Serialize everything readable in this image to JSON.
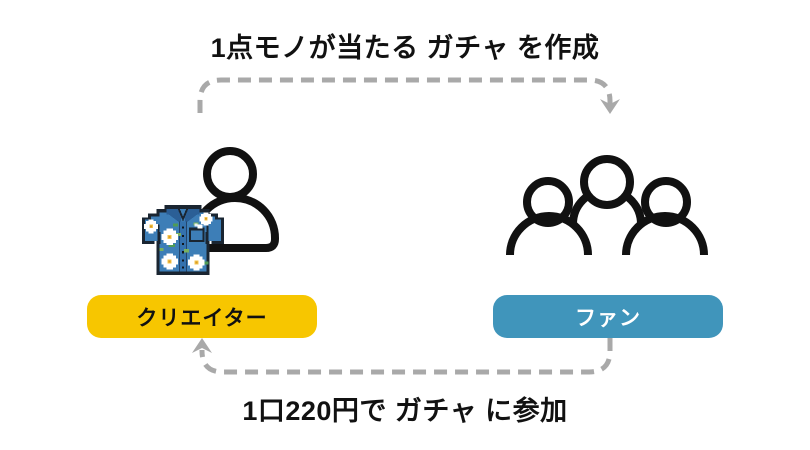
{
  "flows": {
    "top": {
      "label": "1点モノが当たる ガチャ を作成",
      "from": "クリエイター",
      "to": "ファン"
    },
    "bottom": {
      "label": "1口220円で ガチャ に参加",
      "from": "ファン",
      "to": "クリエイター"
    }
  },
  "entities": {
    "creator": {
      "label": "クリエイター",
      "icons": [
        "person-icon",
        "hawaiian-shirt-icon"
      ],
      "badge_color": "#F7C600",
      "badge_text_color": "#111111"
    },
    "fans": {
      "label": "ファン",
      "icons": [
        "people-group-icon"
      ],
      "badge_color": "#4095BB",
      "badge_text_color": "#FFFFFF"
    }
  },
  "colors": {
    "background": "#FFFFFF",
    "arrow_gray": "#A9A9A9",
    "text": "#111111",
    "icon_stroke": "#111111",
    "shirt_blue": "#3D7EB7",
    "shirt_collar_blue": "#2B5F96",
    "flower_center_yellow": "#F4C64B",
    "leaf_green": "#4E9B57"
  }
}
